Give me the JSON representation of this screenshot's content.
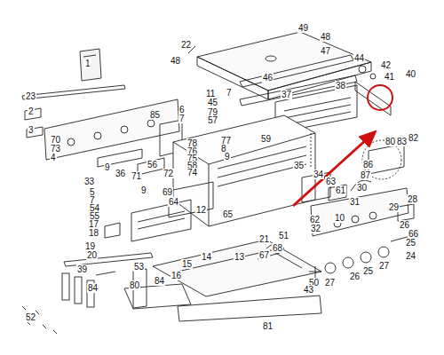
{
  "diagram": {
    "labels": [
      "1",
      "22",
      "49",
      "48",
      "48",
      "47",
      "44",
      "42",
      "41",
      "40",
      "46",
      "45",
      "23",
      "11",
      "7",
      "38",
      "37",
      "6",
      "7",
      "85",
      "79",
      "57",
      "2",
      "3",
      "70",
      "73",
      "4",
      "77",
      "8",
      "78",
      "76",
      "75",
      "58",
      "74",
      "59",
      "9",
      "56",
      "72",
      "36",
      "71",
      "33",
      "9",
      "9",
      "35",
      "34",
      "63",
      "80",
      "83",
      "82",
      "86",
      "87",
      "30",
      "31",
      "69",
      "64",
      "5",
      "7",
      "54",
      "55",
      "17",
      "18",
      "12",
      "65",
      "10",
      "61",
      "62",
      "32",
      "29",
      "28",
      "26",
      "66",
      "25",
      "24",
      "27",
      "25",
      "26",
      "27",
      "50",
      "43",
      "51",
      "21",
      "68",
      "67",
      "13",
      "14",
      "15",
      "16",
      "84",
      "80",
      "84",
      "81",
      "19",
      "20",
      "39",
      "53",
      "52"
    ]
  }
}
